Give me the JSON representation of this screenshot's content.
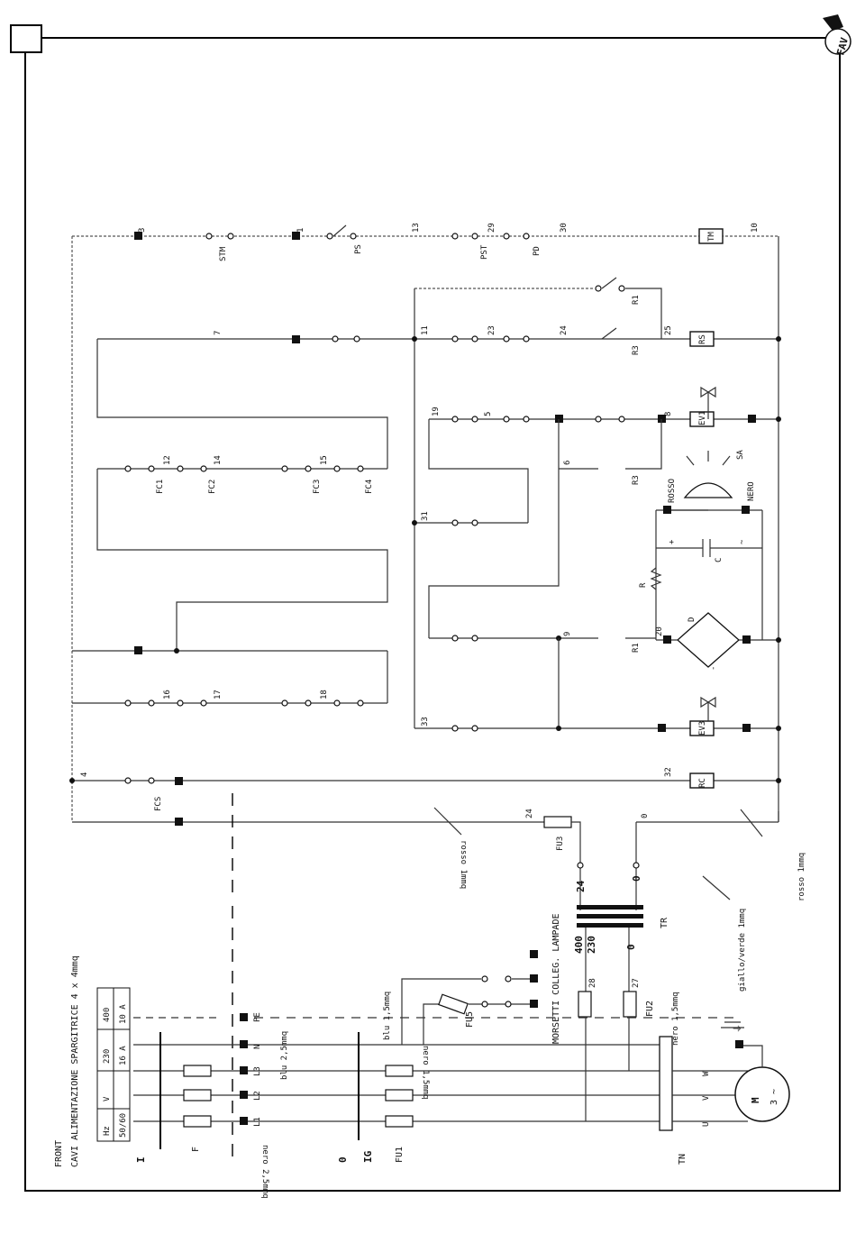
{
  "brand": {
    "logo_text": "FAV"
  },
  "title_block": {
    "line1": "FRONT",
    "line2": "CAVI ALIMENTAZIONE SPARGITRICE 4 x 4mmq"
  },
  "rating_table": {
    "rows": [
      [
        "Hz",
        "V",
        "230",
        "400"
      ],
      [
        "50/60",
        "",
        "16 A",
        "10 A"
      ]
    ]
  },
  "power": {
    "phases": [
      "L1",
      "L2",
      "L3",
      "N",
      "PE"
    ],
    "switch_labels": [
      "I",
      "0",
      "IG"
    ],
    "fuse_labels": [
      "F",
      "FU1",
      "FU2",
      "FU5"
    ],
    "transformer": {
      "label": "TR",
      "taps": [
        "400",
        "230",
        "0",
        "24",
        "0"
      ]
    },
    "terminal_board": "MORSETTI COLLEG. LAMPADE",
    "motor": {
      "label": "M",
      "subtitle": "3 ~",
      "terminals": [
        "U",
        "V",
        "W"
      ]
    },
    "motor_block": "TN",
    "earth_symbol": "⏚"
  },
  "wire_notes": [
    "nero 2,5mmq",
    "blu 2,5mmq",
    "blu 1,5mmq",
    "nero 1,5mmq",
    "nero 1,5mmq",
    "giallo/verde 1mmq",
    "rosso 1mmq",
    "rosso 1mmq"
  ],
  "control": {
    "devices": [
      "STM",
      "PS",
      "PST",
      "PD",
      "TM",
      "R1",
      "R3",
      "RS",
      "EV1",
      "EV3",
      "FCS",
      "FC1",
      "FC2",
      "FC3",
      "FC4",
      "SA",
      "ROSSO",
      "NERO",
      "C",
      "R",
      "D",
      "RC",
      "FU3",
      "R1",
      "R3"
    ],
    "wire_numbers": [
      "3",
      "1",
      "13",
      "29",
      "30",
      "10",
      "7",
      "11",
      "23",
      "24",
      "25",
      "19",
      "5",
      "6",
      "8",
      "12",
      "14",
      "15",
      "16",
      "17",
      "18",
      "4",
      "31",
      "32",
      "9",
      "20",
      "33",
      "28",
      "27",
      "24",
      "0",
      "+",
      "~",
      "-"
    ]
  }
}
